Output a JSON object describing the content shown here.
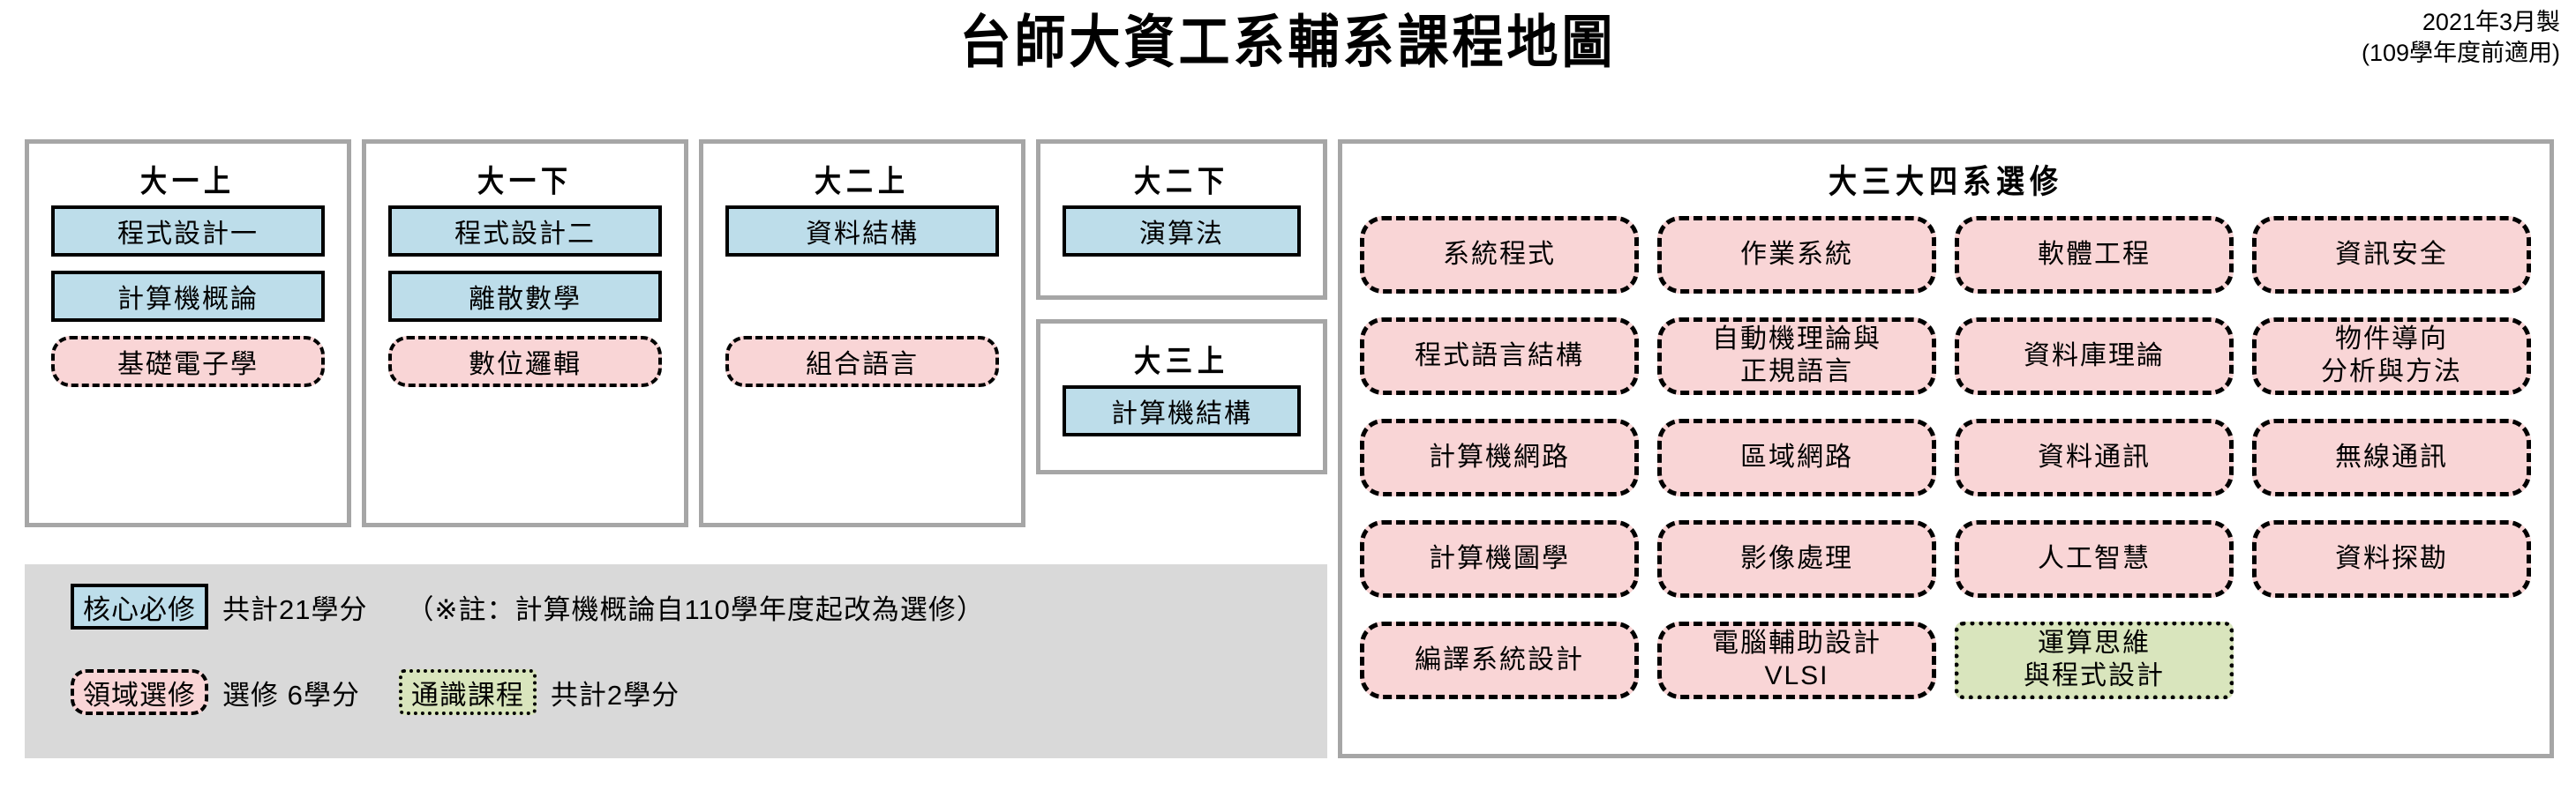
{
  "header": {
    "title": "台師大資工系輔系課程地圖",
    "date_line1": "2021年3月製",
    "date_line2": "(109學年度前適用)"
  },
  "semesters": [
    {
      "id": "col-1",
      "title": "大一上",
      "courses": [
        {
          "label": "程式設計一",
          "type": "core"
        },
        {
          "label": "計算機概論",
          "type": "core"
        },
        {
          "label": "基礎電子學",
          "type": "elective"
        }
      ]
    },
    {
      "id": "col-2",
      "title": "大一下",
      "courses": [
        {
          "label": "程式設計二",
          "type": "core"
        },
        {
          "label": "離散數學",
          "type": "core"
        },
        {
          "label": "數位邏輯",
          "type": "elective"
        }
      ]
    },
    {
      "id": "col-3",
      "title": "大二上",
      "courses": [
        {
          "label": "資料結構",
          "type": "core"
        },
        {
          "label": "",
          "type": "spacer"
        },
        {
          "label": "組合語言",
          "type": "elective"
        }
      ]
    },
    {
      "id": "col-4",
      "title": "大二下",
      "courses": [
        {
          "label": "演算法",
          "type": "core"
        }
      ]
    },
    {
      "id": "col-5",
      "title": "大三上",
      "courses": [
        {
          "label": "計算機結構",
          "type": "core"
        }
      ]
    }
  ],
  "elective_panel": {
    "title": "大三大四系選修",
    "courses": [
      {
        "label": "系統程式",
        "type": "elective"
      },
      {
        "label": "作業系統",
        "type": "elective"
      },
      {
        "label": "軟體工程",
        "type": "elective"
      },
      {
        "label": "資訊安全",
        "type": "elective"
      },
      {
        "label": "程式語言結構",
        "type": "elective"
      },
      {
        "label": "自動機理論與\n正規語言",
        "type": "elective"
      },
      {
        "label": "資料庫理論",
        "type": "elective"
      },
      {
        "label": "物件導向\n分析與方法",
        "type": "elective"
      },
      {
        "label": "計算機網路",
        "type": "elective"
      },
      {
        "label": "區域網路",
        "type": "elective"
      },
      {
        "label": "資料通訊",
        "type": "elective"
      },
      {
        "label": "無線通訊",
        "type": "elective"
      },
      {
        "label": "計算機圖學",
        "type": "elective"
      },
      {
        "label": "影像處理",
        "type": "elective"
      },
      {
        "label": "人工智慧",
        "type": "elective"
      },
      {
        "label": "資料探勘",
        "type": "elective"
      },
      {
        "label": "編譯系統設計",
        "type": "elective"
      },
      {
        "label": "電腦輔助設計\nVLSI",
        "type": "elective"
      },
      {
        "label": "運算思維\n與程式設計",
        "type": "ge"
      },
      {
        "label": "",
        "type": "empty"
      }
    ]
  },
  "legend": {
    "core_chip": "核心必修",
    "core_text": "共計21學分",
    "core_note": "（※註：計算機概論自110學年度起改為選修）",
    "elective_chip": "領域選修",
    "elective_text": "選修 6學分",
    "ge_chip": "通識課程",
    "ge_text": "共計2學分"
  },
  "colors": {
    "core_fill": "#bdddea",
    "elective_fill": "#f9d5d6",
    "ge_fill": "#d9e5bd",
    "panel_border": "#a6a6a6",
    "legend_bg": "#d9d9d9"
  }
}
